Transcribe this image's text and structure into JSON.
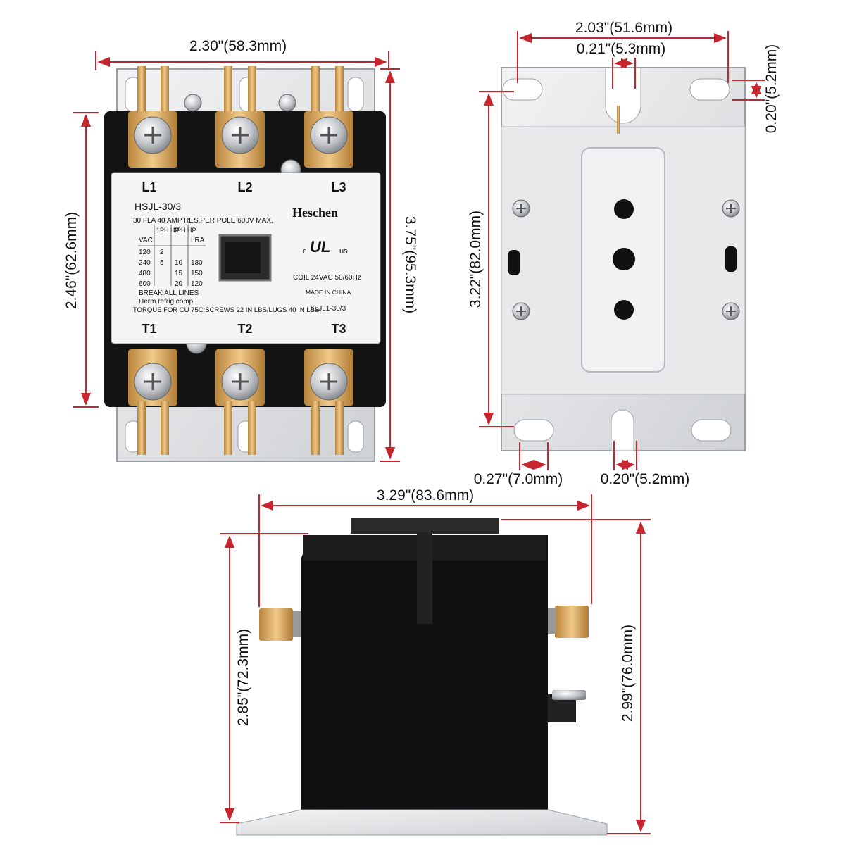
{
  "front_view": {
    "dim_width": "2.30\"(58.3mm)",
    "dim_body_height": "2.46\"(62.6mm)",
    "dim_total_height": "3.75\"(95.3mm)",
    "terminals_top": [
      "L1",
      "L2",
      "L3"
    ],
    "terminals_bottom": [
      "T1",
      "T2",
      "T3"
    ],
    "label": {
      "model": "HSJL-30/3",
      "brand": "Heschen",
      "rating": "30 FLA 40 AMP RES.PER POLE 600V MAX.",
      "table_headers": [
        "VAC",
        "1PH HP",
        "3PH HP",
        "LRA"
      ],
      "table_rows": [
        [
          "120",
          "2",
          "",
          ""
        ],
        [
          "240",
          "5",
          "10",
          "180"
        ],
        [
          "480",
          "",
          "15",
          "150"
        ],
        [
          "600",
          "",
          "20",
          "120"
        ]
      ],
      "break_all_lines": "BREAK ALL LINES",
      "herm": "Herm.refrig.comp.",
      "torque": "TORQUE FOR CU 75C:SCREWS 22 IN LBS/LUGS 40 IN LBS",
      "ul_c": "c",
      "ul_mark": "UL",
      "ul_us": "us",
      "coil": "COIL 24VAC 50/60Hz",
      "made_in": "MADE IN CHINA",
      "part_no": "XLJL1-30/3"
    }
  },
  "back_view": {
    "dim_width": "2.03\"(51.6mm)",
    "dim_slot_top": "0.21\"(5.3mm)",
    "dim_slot_right": "0.20\"(5.2mm)",
    "dim_height": "3.22\"(82.0mm)",
    "dim_hole_left": "0.27\"(7.0mm)",
    "dim_slot_bottom": "0.20\"(5.2mm)"
  },
  "side_view": {
    "dim_width": "3.29\"(83.6mm)",
    "dim_body_height": "2.85\"(72.3mm)",
    "dim_total_height": "2.99\"(76.0mm)"
  },
  "colors": {
    "dimension_line": "#c8262e",
    "body_black": "#111111",
    "plate_silver": "#d9dcdf",
    "terminal_brass": "#d9a85a"
  }
}
